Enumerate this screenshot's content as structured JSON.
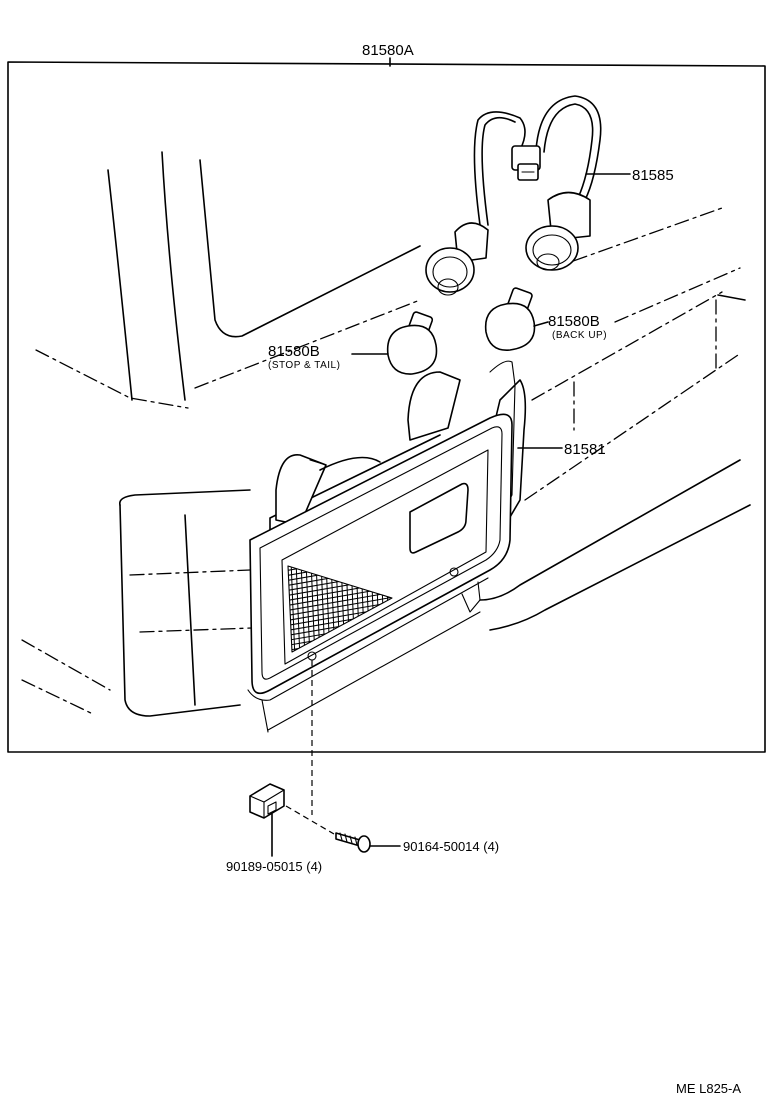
{
  "labels": {
    "assembly": "81580A",
    "wire_harness": "81585",
    "bulb_stop_tail": "81580B",
    "bulb_stop_tail_note": "(STOP & TAIL)",
    "bulb_back_up": "81580B",
    "bulb_back_up_note": "(BACK UP)",
    "lens": "81581",
    "screw": "90164-50014 (4)",
    "nut": "90189-05015 (4)",
    "figure_code": "ME  L825-A"
  }
}
